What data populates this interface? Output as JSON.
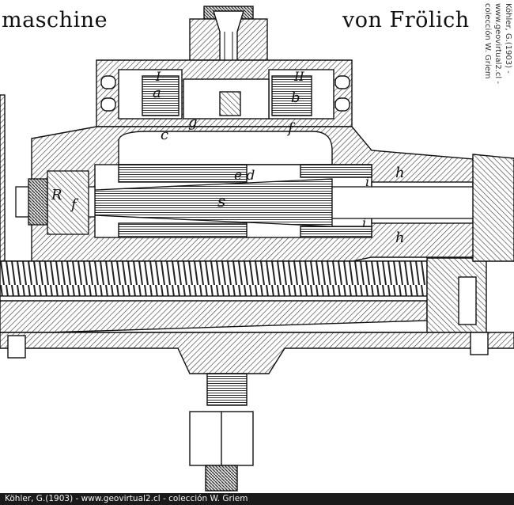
{
  "heading": {
    "left": "maschine",
    "right": "von Frölich"
  },
  "side_credit": {
    "line1": "Köhler, G.(1903) -",
    "line2": "www.geovirtual2.cl -",
    "line3": "colección W. Griem"
  },
  "footer": {
    "text": "Köhler, G.(1903) - www.geovirtual2.cl - colección W. Griem"
  },
  "labels": {
    "I": "I",
    "II": "II",
    "a": "a",
    "b": "b",
    "g": "g",
    "c": "c",
    "f": "f",
    "ed": "e d",
    "h_top": "h",
    "R": "R",
    "f_left": "f",
    "s": "s",
    "i_top": "i",
    "i_bottom": "i",
    "h_bottom": "h"
  },
  "colors": {
    "ink": "#111111",
    "hatch": "#555555",
    "paper": "#ffffff",
    "footer_bg": "#1a1a1a"
  }
}
